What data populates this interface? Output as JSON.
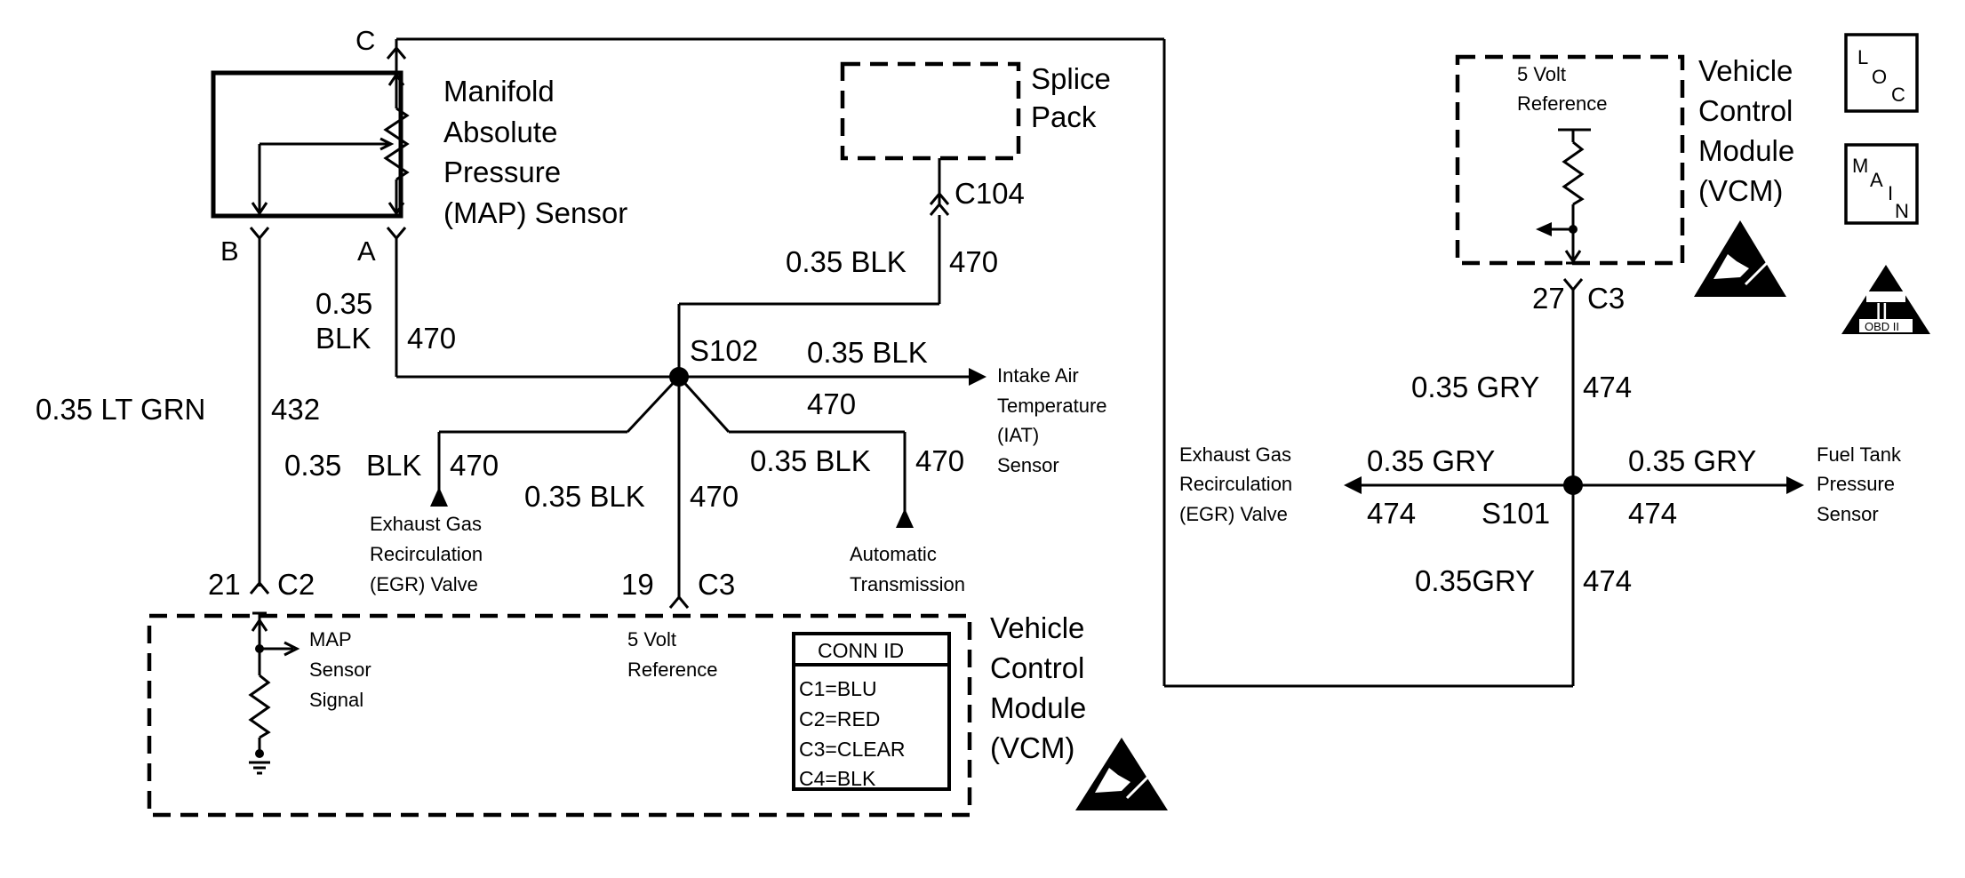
{
  "map_sensor": {
    "title_lines": [
      "Manifold",
      "Absolute",
      "Pressure",
      "(MAP) Sensor"
    ],
    "pin_c": "C",
    "pin_b": "B",
    "pin_a": "A"
  },
  "splice_pack": {
    "title_lines": [
      "Splice",
      "Pack"
    ],
    "connector": "C104",
    "wire_gauge_color": "0.35 BLK",
    "circuit": "470"
  },
  "wires": {
    "lt_grn": "0.35  LT GRN",
    "lt_grn_circuit": "432",
    "a_gauge": "0.35",
    "a_color": "BLK",
    "a_circuit": "470",
    "iat_gauge_color": "0.35 BLK",
    "iat_circuit": "470",
    "egr_gauge": "0.35",
    "egr_color": "BLK",
    "egr_circuit": "470",
    "ref_gauge_color": "0.35 BLK",
    "ref_circuit": "470",
    "trans_gauge_color": "0.35 BLK",
    "trans_circuit": "470",
    "c3_gauge_color": "0.35 GRY",
    "c3_circuit": "474",
    "egr2_gauge_color": "0.35 GRY",
    "egr2_circuit": "474",
    "ftp_gauge_color": "0.35 GRY",
    "ftp_circuit": "474",
    "bottom_gauge_color": "0.35GRY",
    "bottom_circuit": "474"
  },
  "splices": {
    "s102": "S102",
    "s101": "S101"
  },
  "destinations": {
    "iat_lines": [
      "Intake Air",
      "Temperature",
      "(IAT)",
      "Sensor"
    ],
    "egr_lines": [
      "Exhaust Gas",
      "Recirculation",
      "(EGR) Valve"
    ],
    "trans_lines": [
      "Automatic",
      "Transmission"
    ],
    "egr2_lines": [
      "Exhaust Gas",
      "Recirculation",
      "(EGR) Valve"
    ],
    "ftp_lines": [
      "Fuel Tank",
      "Pressure",
      "Sensor"
    ]
  },
  "vcm_bottom": {
    "title_lines": [
      "Vehicle",
      "Control",
      "Module",
      "(VCM)"
    ],
    "pin21": "21",
    "conn_c2": "C2",
    "pin19": "19",
    "conn_c3": "C3",
    "map_signal_lines": [
      "MAP",
      "Sensor",
      "Signal"
    ],
    "ref_lines": [
      "5 Volt",
      "Reference"
    ]
  },
  "conn_id": {
    "header": "CONN ID",
    "rows": [
      "C1=BLU",
      "C2=RED",
      "C3=CLEAR",
      "C4=BLK"
    ]
  },
  "vcm_right": {
    "title_lines": [
      "Vehicle",
      "Control",
      "Module",
      "(VCM)"
    ],
    "ref_lines": [
      "5 Volt",
      "Reference"
    ],
    "pin27": "27",
    "conn_c3": "C3"
  },
  "legend": {
    "loc": [
      "L",
      "O",
      "C"
    ],
    "main": [
      "M",
      "A",
      "I",
      "N"
    ],
    "obd_numeral": "II",
    "obd_label": "OBD II"
  }
}
